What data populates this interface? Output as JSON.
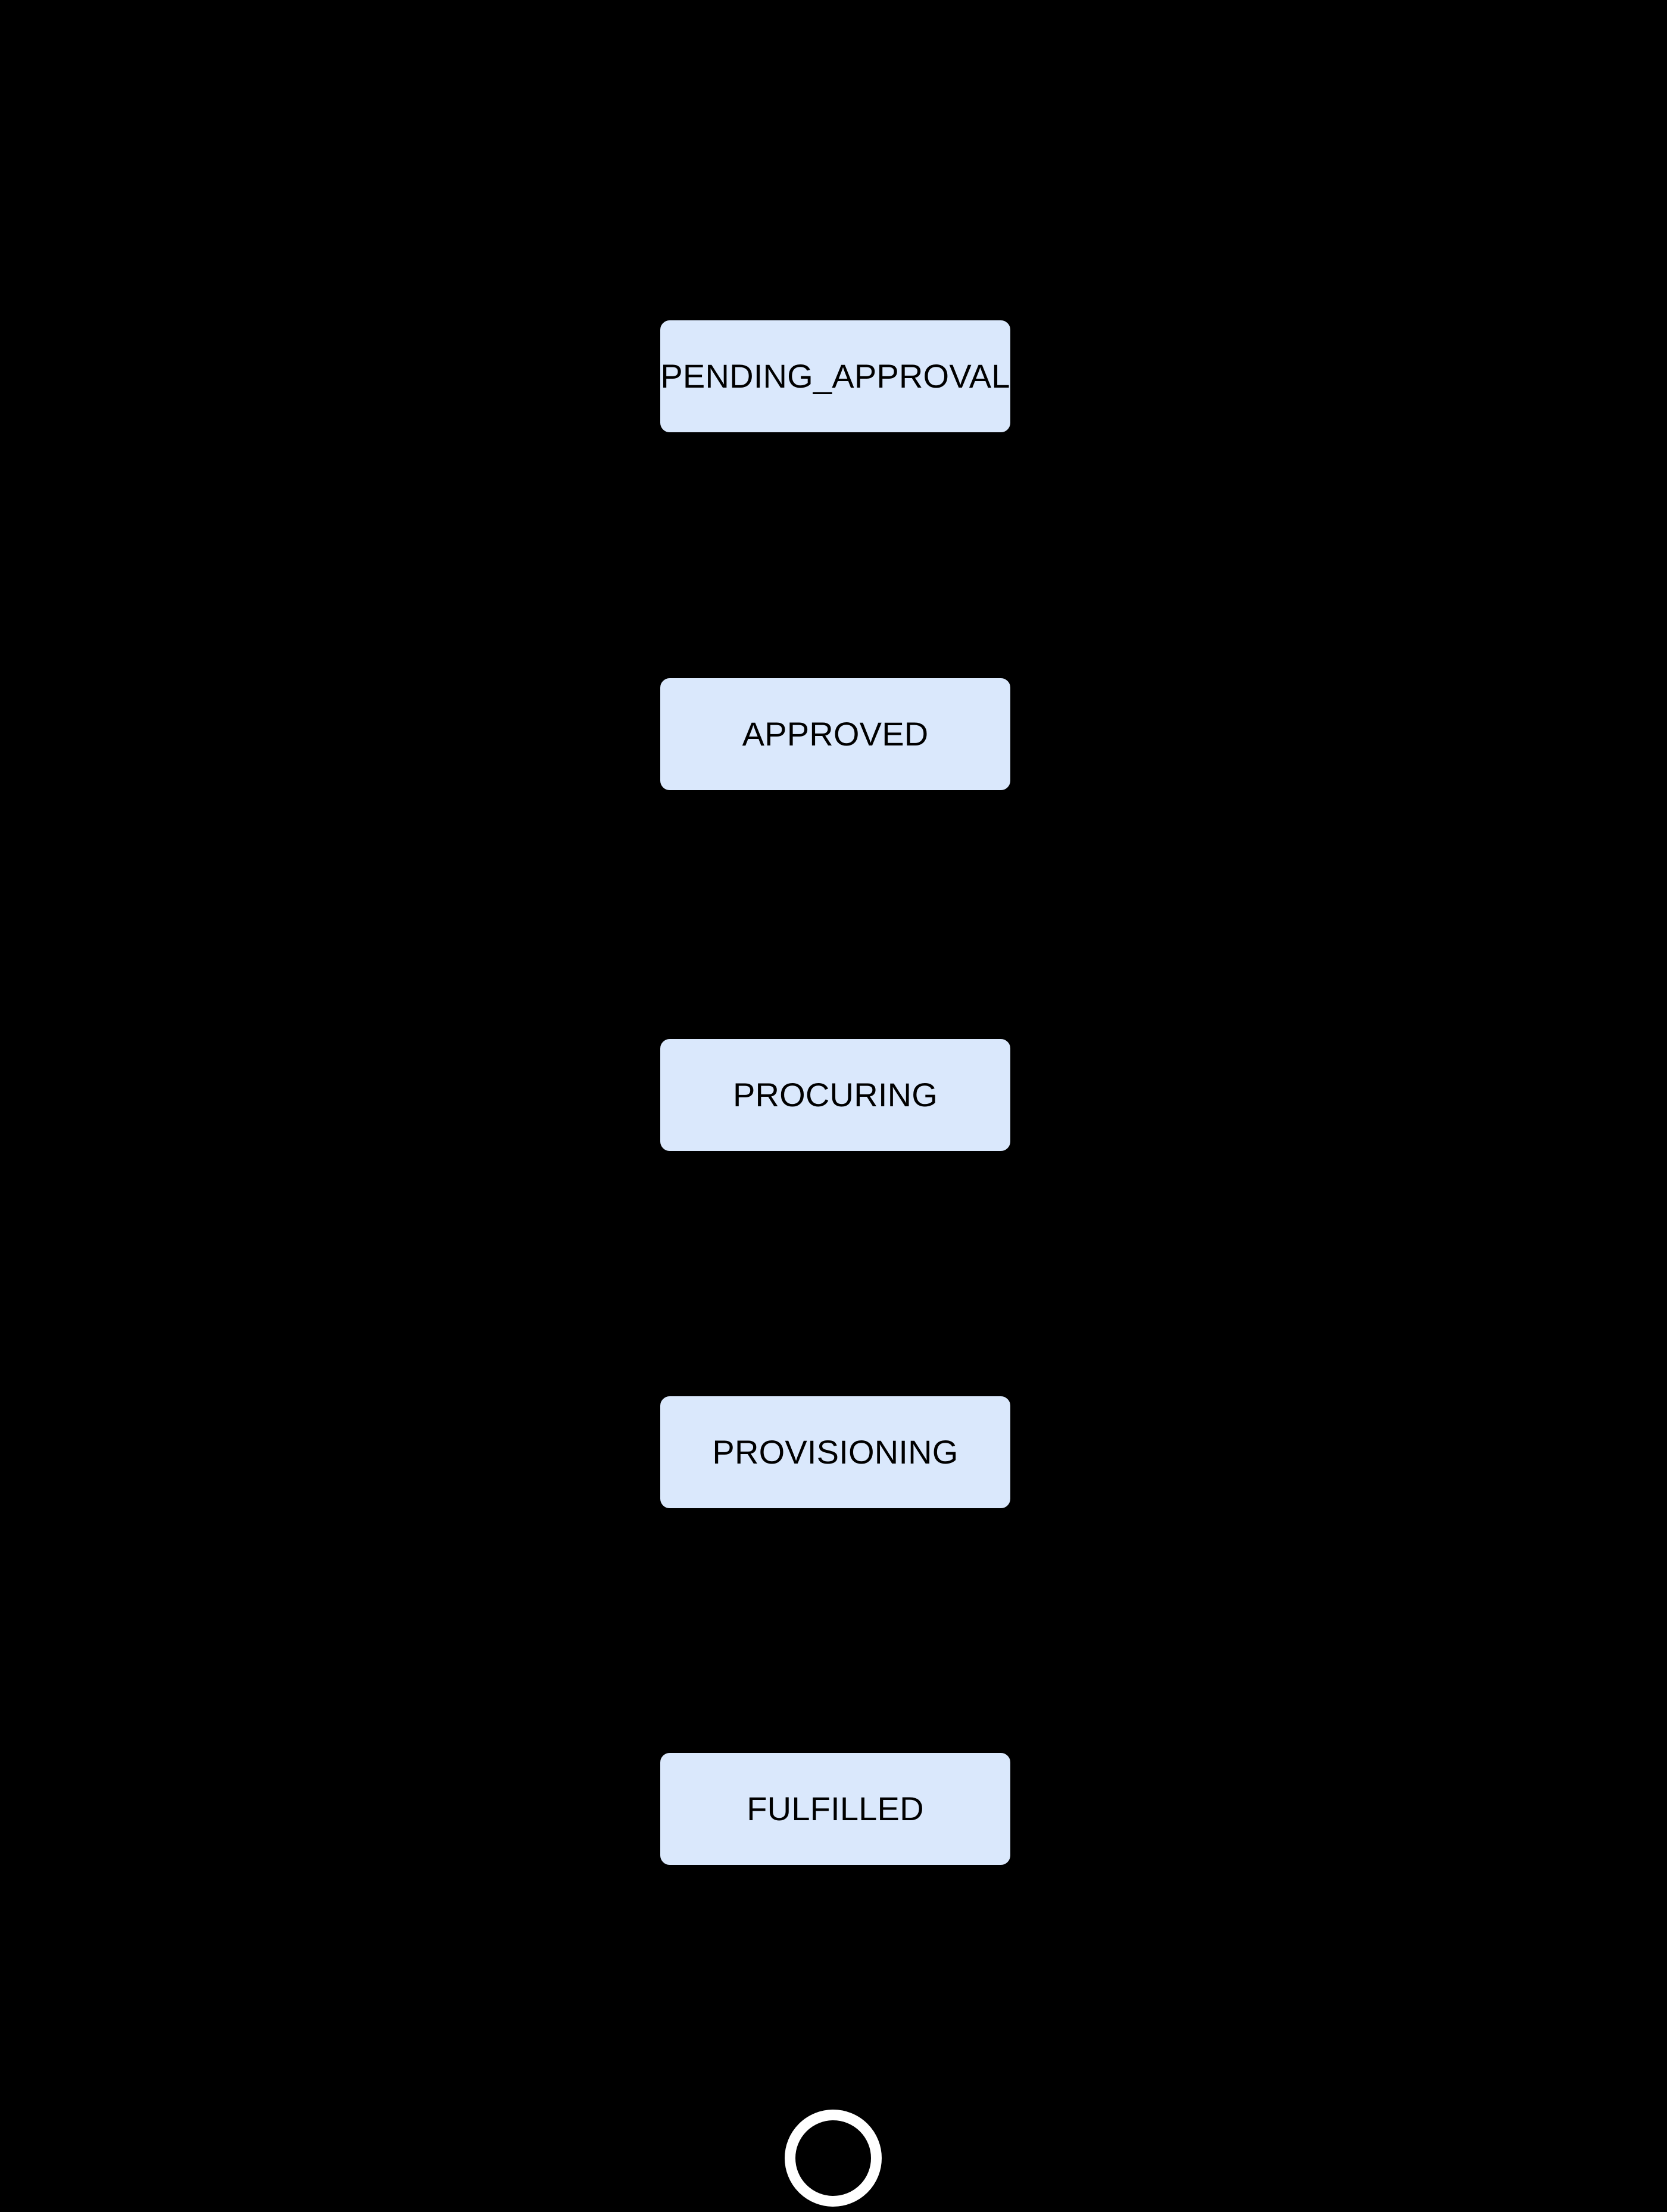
{
  "diagram": {
    "type": "state-diagram",
    "orientation": "vertical-top-to-bottom",
    "background_color": "#000000",
    "node_fill_color": "#dae8fc",
    "node_text_color": "#000000",
    "edge_color": "#000000",
    "end_state_color": "#ffffff",
    "states": [
      {
        "id": "pending-approval",
        "label": "PENDING_APPROVAL"
      },
      {
        "id": "approved",
        "label": "APPROVED"
      },
      {
        "id": "procuring",
        "label": "PROCURING"
      },
      {
        "id": "provisioning",
        "label": "PROVISIONING"
      },
      {
        "id": "fulfilled",
        "label": "FULFILLED"
      }
    ],
    "transitions": [
      {
        "from": "pending-approval",
        "to": "approved",
        "label": ""
      },
      {
        "from": "approved",
        "to": "procuring",
        "label": ""
      },
      {
        "from": "procuring",
        "to": "provisioning",
        "label": ""
      },
      {
        "from": "provisioning",
        "to": "fulfilled",
        "label": ""
      },
      {
        "from": "fulfilled",
        "to": "end-state",
        "label": ""
      }
    ],
    "end_state": {
      "id": "end-state",
      "shape": "ring"
    }
  }
}
